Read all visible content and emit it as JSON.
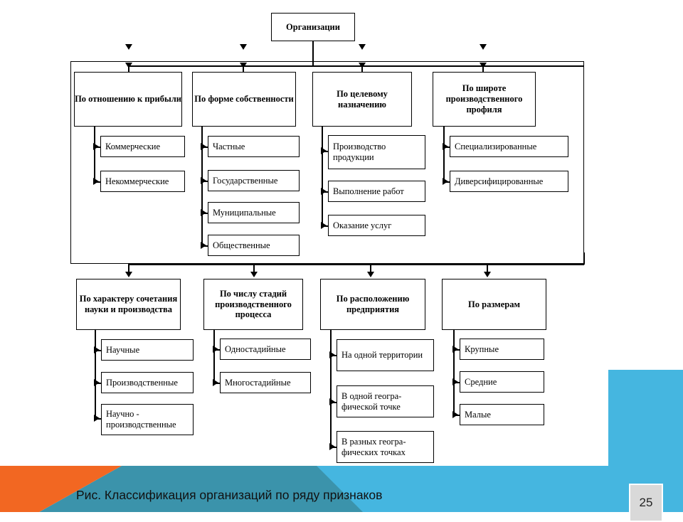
{
  "slide": {
    "caption": "Рис. Классификация организаций по ряду признаков",
    "page_number": "25",
    "colors": {
      "orange": "#f26722",
      "teal_light": "#45b6e0",
      "teal_dark": "#3b93ab",
      "badge_bg": "#d9d9d9",
      "line": "#000000",
      "card_bg": "#ffffff"
    }
  },
  "diagram": {
    "type": "tree",
    "root": {
      "label": "Организации"
    },
    "top_branches": [
      {
        "header": "По отношению к прибыли",
        "items": [
          "Коммерческие",
          "Некоммерческие"
        ]
      },
      {
        "header": "По форме собственности",
        "items": [
          "Частные",
          "Государственные",
          "Муниципальные",
          "Общественные"
        ]
      },
      {
        "header": "По целевому назначению",
        "items": [
          "Производство продукции",
          "Выполнение работ",
          "Оказание услуг"
        ]
      },
      {
        "header": "По широте производственного профиля",
        "items": [
          "Специализированные",
          "Диверсифицированные"
        ]
      }
    ],
    "bottom_branches": [
      {
        "header": "По характеру сочетания науки и производства",
        "items": [
          "Научные",
          "Производственные",
          "Научно - производственные"
        ]
      },
      {
        "header": "По числу стадий производственного процесса",
        "items": [
          "Одностадийные",
          "Многостадийные"
        ]
      },
      {
        "header": "По расположению предприятия",
        "items": [
          "На одной территории",
          "В одной геогра-фической точке",
          "В разных геогра-фических точках"
        ]
      },
      {
        "header": "По размерам",
        "items": [
          "Крупные",
          "Средние",
          "Малые"
        ]
      }
    ]
  }
}
